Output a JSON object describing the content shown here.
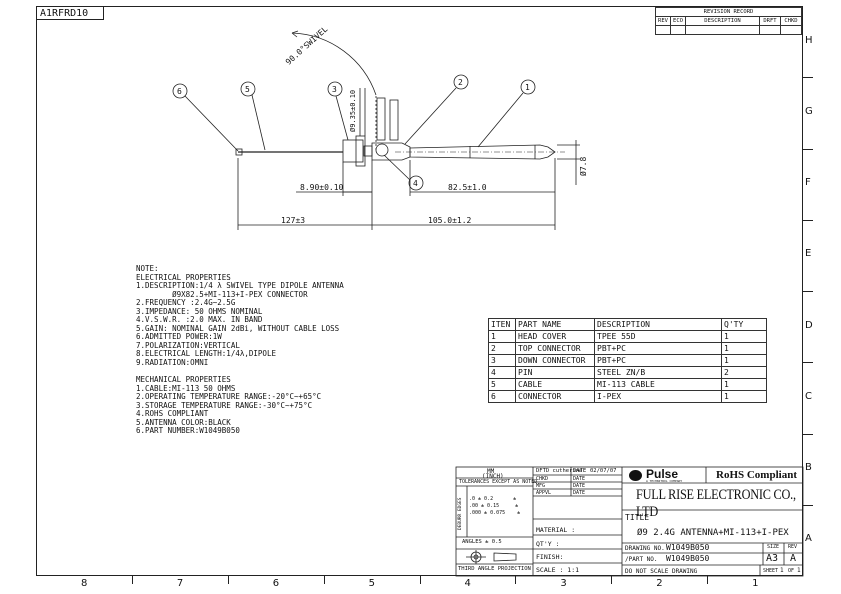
{
  "drawing_ref": "A1RFRD10",
  "revision": {
    "title": "REVISION RECORD",
    "headers": [
      "REV",
      "ECO",
      "DESCRIPTION",
      "DRFT",
      "CHKD"
    ]
  },
  "zones": {
    "columns": [
      "8",
      "7",
      "6",
      "5",
      "4",
      "3",
      "2",
      "1"
    ],
    "rows": [
      "H",
      "G",
      "F",
      "E",
      "D",
      "C",
      "B",
      "A"
    ]
  },
  "dimensions": {
    "swivel": "90.0°SWIVEL",
    "dia_top": "Ø9.35±0.10",
    "d1": "8.90±0.10",
    "d2": "82.5±1.0",
    "d3": "127±3",
    "d4": "105.0±1.2",
    "dia_right": "Ø7.8"
  },
  "balloons": [
    "1",
    "2",
    "3",
    "4",
    "5",
    "6"
  ],
  "notes": {
    "title": "NOTE:",
    "electrical_title": "ELECTRICAL  PROPERTIES",
    "electrical": [
      "1.DESCRIPTION:1/4 λ SWIVEL TYPE DIPOLE ANTENNA",
      "        Ø9X82.5+MI-113+I-PEX CONNECTOR",
      "2.FREQUENCY :2.4G~2.5G",
      "3.IMPEDANCE: 50 OHMS NOMINAL",
      "4.V.S.W.R. :2.0 MAX. IN BAND",
      "5.GAIN: NOMINAL GAIN 2dBi, WITHOUT CABLE LOSS",
      "6.ADMITTED POWER:1W",
      "7.POLARIZATION:VERTICAL",
      "8.ELECTRICAL LENGTH:1/4λ,DIPOLE",
      "9.RADIATION:OMNI"
    ],
    "mechanical_title": "MECHANICAL  PROPERTIES",
    "mechanical": [
      "1.CABLE:MI-113 50 OHMS",
      "2.OPERATING TEMPERATURE RANGE:-20°C~+65°C",
      "3.STORAGE TEMPERATURE RANGE:-30°C~+75°C",
      "4.ROHS COMPLIANT",
      "5.ANTENNA COLOR:BLACK",
      "6.PART NUMBER:W1049B050"
    ]
  },
  "bom": {
    "headers": [
      "ITEN",
      "PART NAME",
      "DESCRIPTION",
      "Q'TY"
    ],
    "rows": [
      [
        "1",
        "HEAD COVER",
        "TPEE 55D",
        "1"
      ],
      [
        "2",
        "TOP CONNECTOR",
        "PBT+PC",
        "1"
      ],
      [
        "3",
        "DOWN CONNECTOR",
        "PBT+PC",
        "1"
      ],
      [
        "4",
        "PIN",
        "STEEL ZN/B",
        "2"
      ],
      [
        "5",
        "CABLE",
        "MI-113 CABLE",
        "1"
      ],
      [
        "6",
        "CONNECTOR",
        "I-PEX",
        "1"
      ]
    ]
  },
  "title_block": {
    "units_mm": "MM",
    "units_inch": "(INCH)",
    "tolerances": "TOLERANCES EXCEPT AS NOTED",
    "tol_rows": [
      ".0 ± 0.2",
      ".00 ± 0.15",
      ".000 ± 0.075"
    ],
    "tol_pm": [
      "±",
      "±",
      "±"
    ],
    "angles": "ANGLES ± 0.5",
    "deburr": "DEBURR EDGES",
    "projection": "THIRD ANGLE PROJECTION",
    "drawn": "DFTD  cutherine",
    "date_label": "DATE",
    "date_value": "02/07/07",
    "chkd": "CHKD",
    "mfg": "MFG",
    "appvl": "APPVL",
    "material": "MATERIAL :",
    "qty": "QT'Y :",
    "finish": "FINISH:",
    "scale": "SCALE : 1:1",
    "logo": "Pulse",
    "logo_sub": "A TECHNITROL COMPANY",
    "rohs": "RoHS Compliant",
    "company": "FULL RISE ELECTRONIC CO., LTD",
    "title_label": "TITLE",
    "title": "Ø9 2.4G ANTENNA+MI-113+I-PEX",
    "drawing_no_label": "DRAWING NO.",
    "drawing_no": "W1049B050",
    "part_no_label": "/PART NO.",
    "part_no": "W1049B050",
    "size_label": "SIZE",
    "size": "A3",
    "rev_label": "REV",
    "rev": "A",
    "no_scale": "DO NOT SCALE DRAWING",
    "sheet_label": "SHEET",
    "sheet": "1",
    "of_label": "OF",
    "of": "1"
  }
}
